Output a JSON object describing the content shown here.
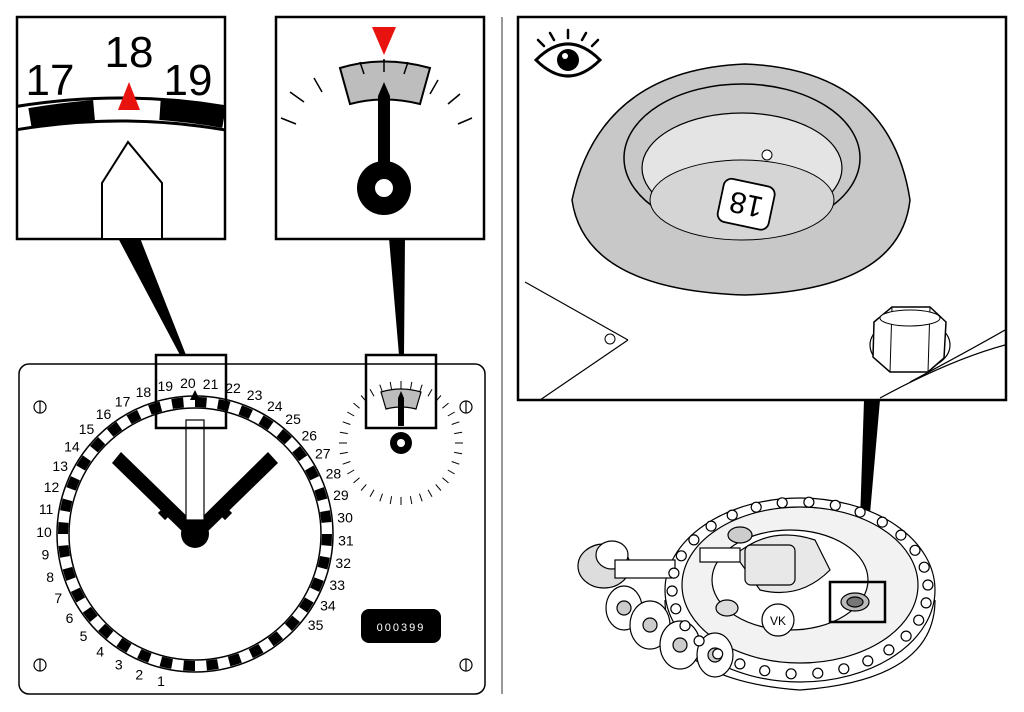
{
  "zoom_dial": {
    "numbers": [
      "17",
      "18",
      "19"
    ],
    "marker_color": "#e8130f"
  },
  "zoom_gauge": {
    "marker_color": "#e8130f"
  },
  "instrument_panel": {
    "dial_numbers": [
      "1",
      "2",
      "3",
      "4",
      "5",
      "6",
      "7",
      "8",
      "9",
      "10",
      "11",
      "12",
      "13",
      "14",
      "15",
      "16",
      "17",
      "18",
      "19",
      "20",
      "21",
      "22",
      "23",
      "24",
      "25",
      "26",
      "27",
      "28",
      "29",
      "30",
      "31",
      "32",
      "33",
      "34",
      "35"
    ],
    "counter_value": "000399"
  },
  "inspection_view": {
    "eye_icon": "eye-icon",
    "window_digit": "18"
  },
  "colors": {
    "marker": "#e8130f",
    "gauge_fill": "#bdbdbd",
    "line": "#000000"
  }
}
